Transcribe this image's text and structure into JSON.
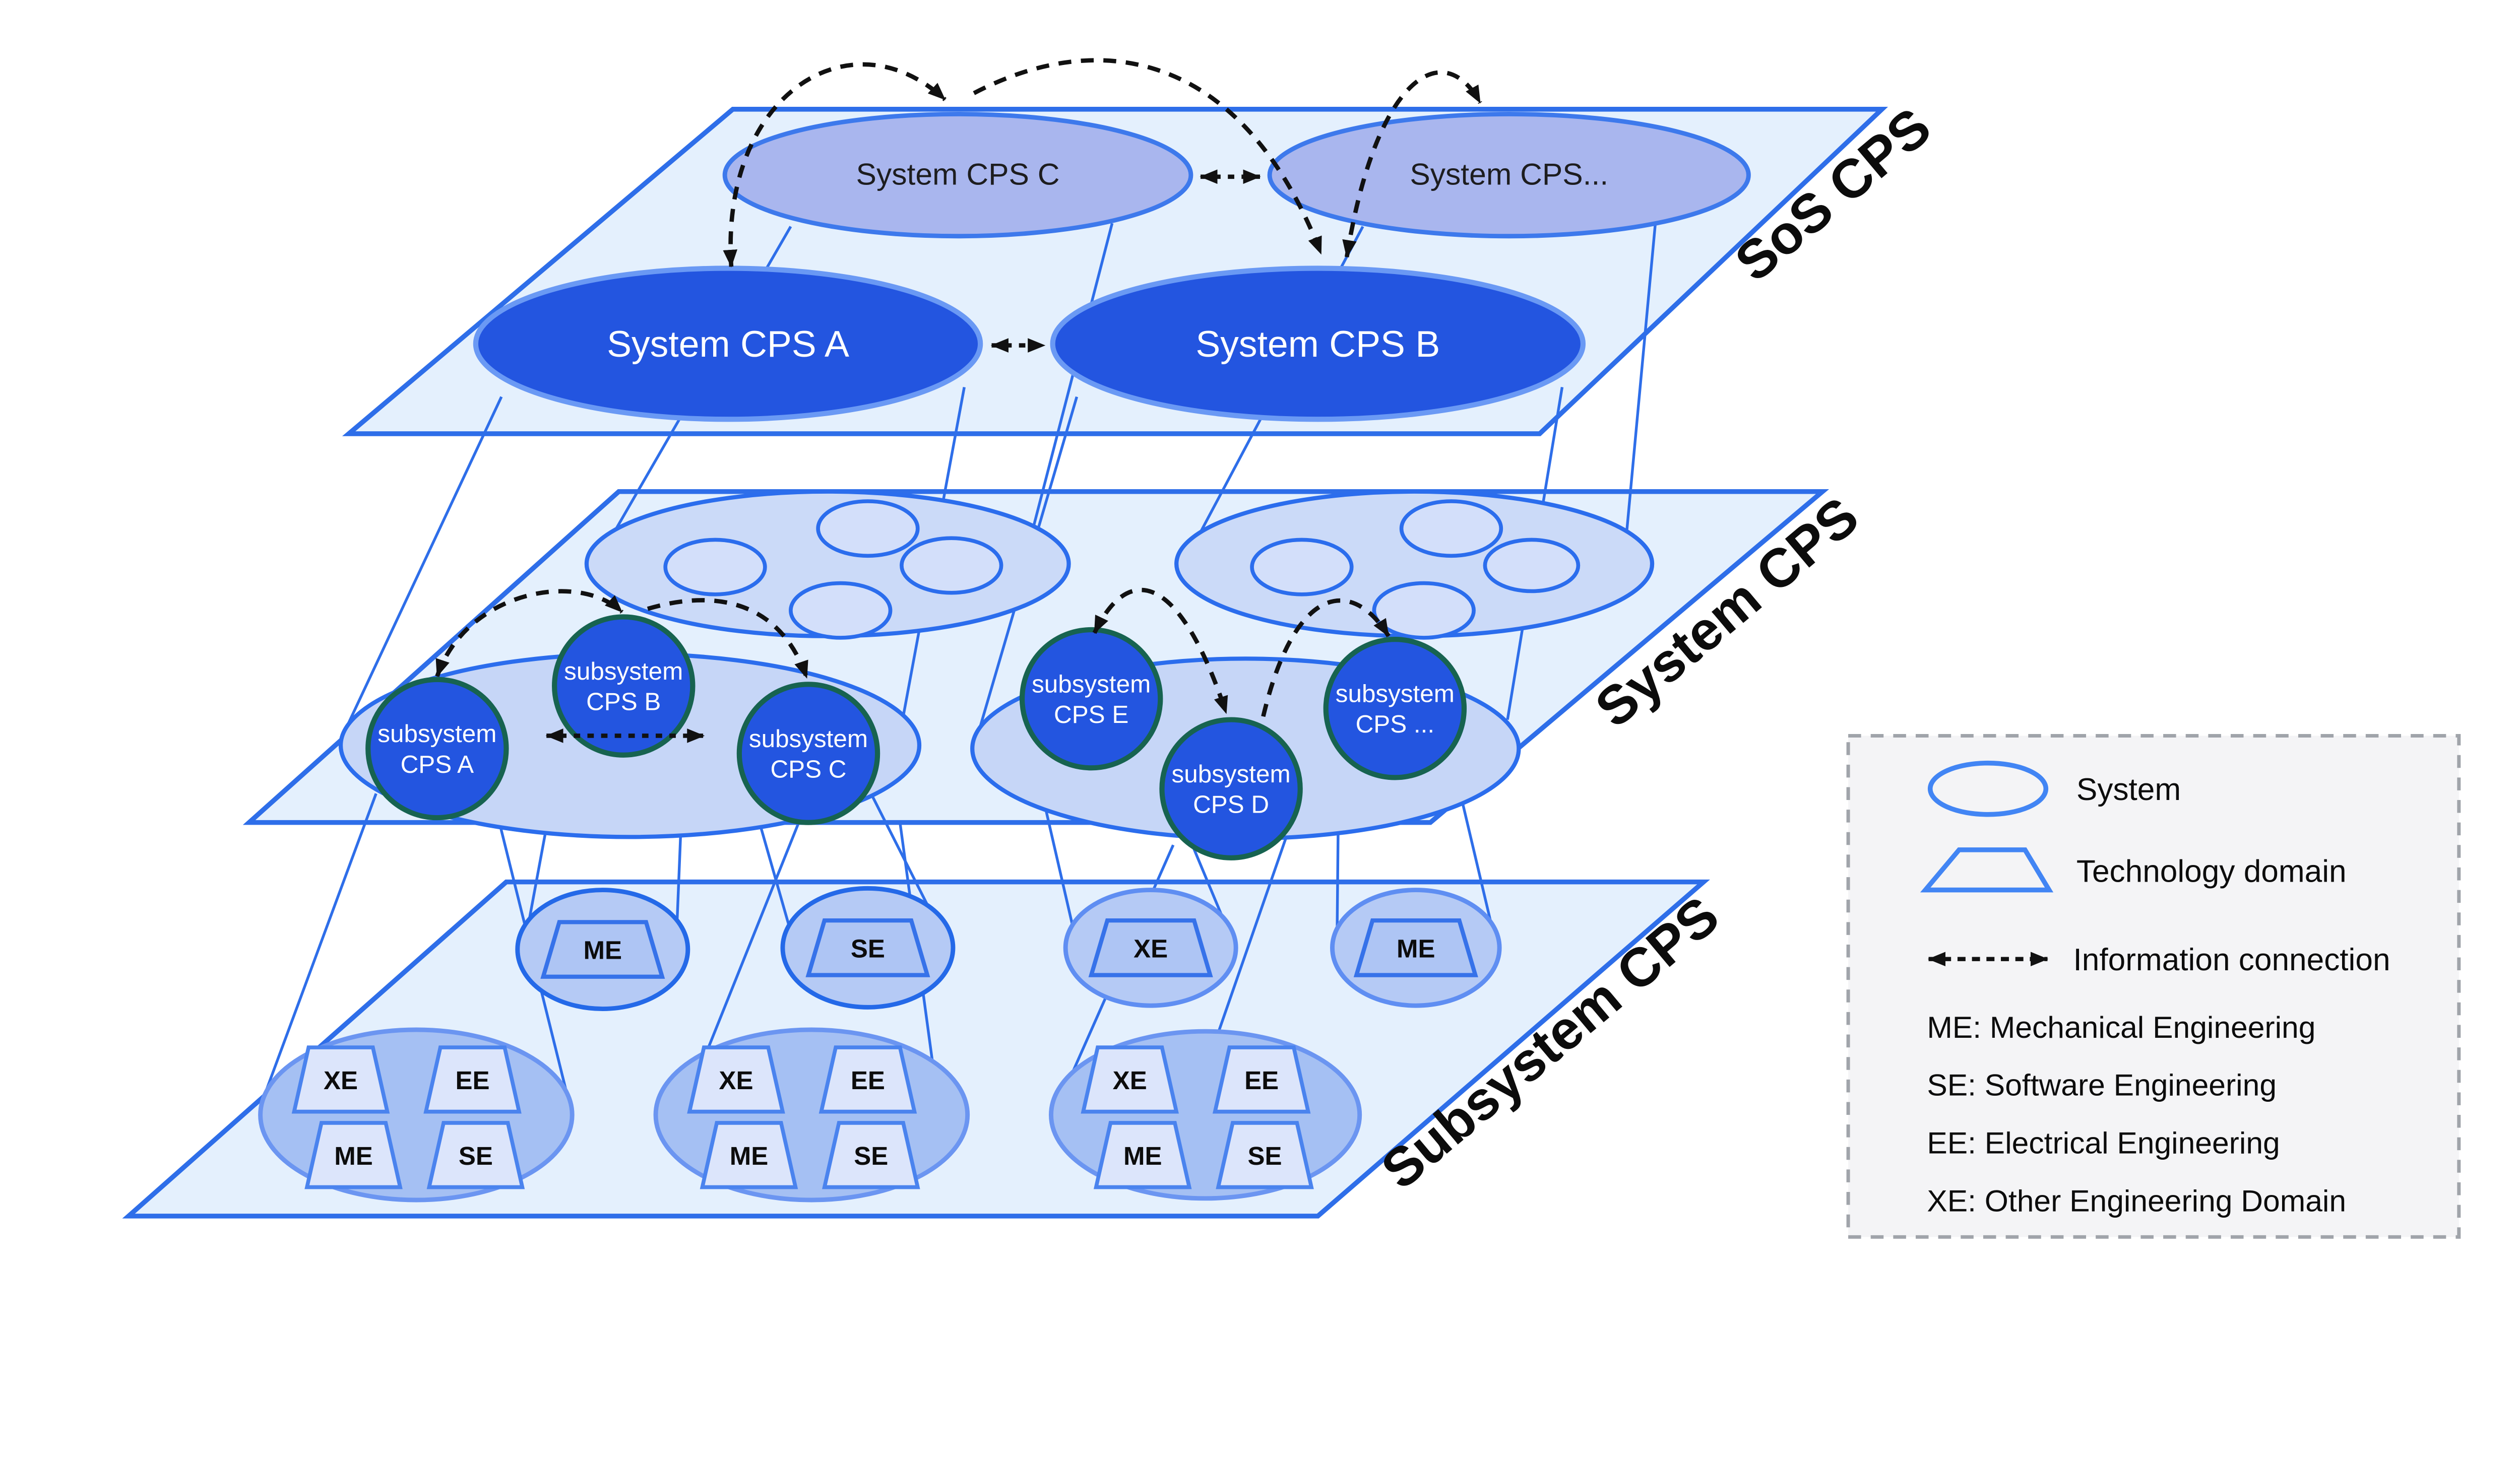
{
  "colors": {
    "plane_fill": "#e4f0fd",
    "plane_stroke": "#2e6ee9",
    "dark_system_fill": "#2355e0",
    "dark_system_stroke": "#6a99f4",
    "light_system_fill": "#a9b6ee",
    "light_system_stroke": "#3d79ec",
    "subsystem_fill": "#2355e0",
    "subsystem_stroke": "#176350",
    "cluster_fill": "#c6d6f7",
    "group_fill": "#a5c0f3",
    "trapezoid_fill": "#dce5fb",
    "connection": "#111111",
    "legend_bg": "#f4f4f6",
    "legend_border": "#a0a4aa",
    "legend_symbol": "#4285f4"
  },
  "layers": {
    "sos": {
      "plane_label": "SoS CPS",
      "system_c": "System CPS C",
      "system_dots": "System CPS...",
      "system_a": "System CPS A",
      "system_b": "System CPS B"
    },
    "system": {
      "plane_label": "System CPS",
      "left_cluster": [
        {
          "l1": "subsystem",
          "l2": "CPS A"
        },
        {
          "l1": "subsystem",
          "l2": "CPS B"
        },
        {
          "l1": "subsystem",
          "l2": "CPS C"
        }
      ],
      "right_cluster": [
        {
          "l1": "subsystem",
          "l2": "CPS E"
        },
        {
          "l1": "subsystem",
          "l2": "CPS D"
        },
        {
          "l1": "subsystem",
          "l2": "CPS ..."
        }
      ]
    },
    "subsystem": {
      "plane_label": "Subsystem CPS",
      "singles": [
        "ME",
        "SE",
        "XE",
        "ME"
      ],
      "groups": [
        [
          "XE",
          "EE",
          "ME",
          "SE"
        ],
        [
          "XE",
          "EE",
          "ME",
          "SE"
        ],
        [
          "XE",
          "EE",
          "ME",
          "SE"
        ]
      ]
    }
  },
  "legend": {
    "system_label": "System",
    "technology_label": "Technology domain",
    "information_label": "Information connection",
    "definitions": [
      "ME: Mechanical Engineering",
      "SE: Software Engineering",
      "EE: Electrical Engineering",
      "XE: Other Engineering Domain"
    ]
  }
}
